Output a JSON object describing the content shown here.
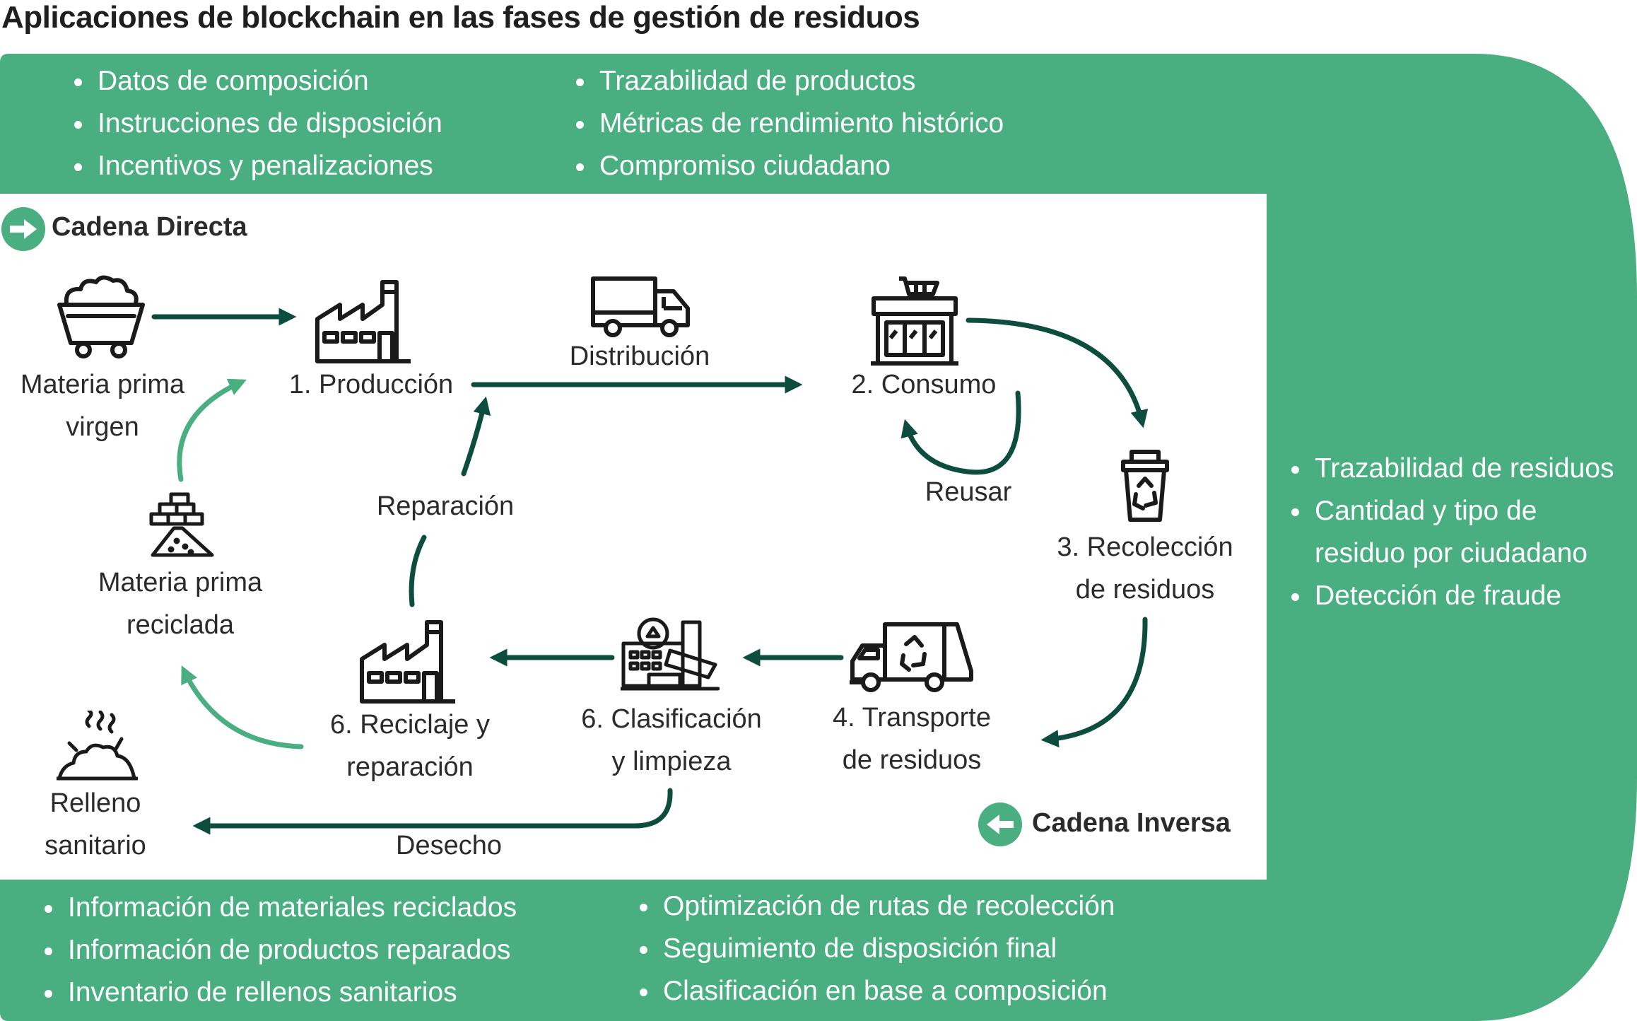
{
  "title": "Aplicaciones de blockchain en las fases de gestión de residuos",
  "colors": {
    "green": "#4aaf80",
    "dark_arrow": "#0d4d3e",
    "light_arrow": "#4aaf80",
    "panel_text": "#ffffff"
  },
  "top_panel": {
    "left": [
      "Datos de composición",
      "Instrucciones de disposición",
      "Incentivos y penalizaciones"
    ],
    "right": [
      "Trazabilidad de productos",
      "Métricas de rendimiento histórico",
      "Compromiso ciudadano"
    ]
  },
  "right_panel": {
    "items": [
      "Trazabilidad de residuos",
      "Cantidad y tipo de",
      "residuo por ciudadano",
      "Detección de fraude"
    ]
  },
  "bottom_panel": {
    "left": [
      "Información de materiales reciclados",
      "Información de productos reparados",
      "Inventario de rellenos sanitarios"
    ],
    "right": [
      "Optimización de rutas de recolección",
      "Seguimiento de disposición final",
      "Clasificación en base a composición"
    ]
  },
  "chains": {
    "direct": "Cadena Directa",
    "inverse": "Cadena Inversa"
  },
  "nodes": {
    "raw_virgin": [
      "Materia prima",
      "virgen"
    ],
    "production": "1. Producción",
    "distribution": "Distribución",
    "consumption": "2. Consumo",
    "reuse": "Reusar",
    "collection": [
      "3. Recolección",
      "de residuos"
    ],
    "transport": [
      "4. Transporte",
      "de residuos"
    ],
    "sorting": [
      "6. Clasificación",
      "y limpieza"
    ],
    "recycling": [
      "6. Reciclaje y",
      "reparación"
    ],
    "repair": "Reparación",
    "raw_recycled": [
      "Materia prima",
      "reciclada"
    ],
    "landfill": [
      "Relleno",
      "sanitario"
    ],
    "disposal": "Desecho"
  },
  "icons": {
    "mine_cart": "mine-cart-icon",
    "factory": "factory-icon",
    "truck": "truck-icon",
    "store": "store-icon",
    "recycle_bin": "recycle-bin-icon",
    "garbage_truck": "garbage-truck-icon",
    "sorting_plant": "sorting-plant-icon",
    "bricks": "recycled-material-icon",
    "landfill": "landfill-icon",
    "arrow_right": "arrow-right-icon",
    "arrow_left": "arrow-left-icon"
  }
}
